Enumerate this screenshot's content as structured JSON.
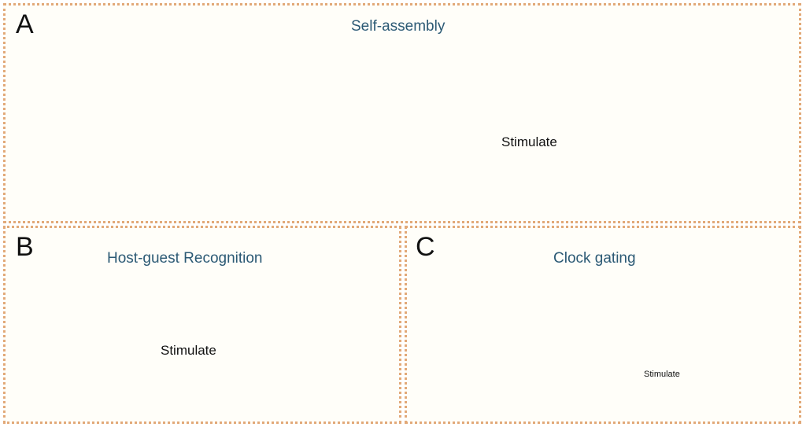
{
  "panel_a": {
    "letter": "A",
    "title": "Self-assembly",
    "arrow_label": "Stimulate"
  },
  "panel_b": {
    "letter": "B",
    "title": "Host-guest Recognition",
    "arrow_label": "Stimulate"
  },
  "panel_c": {
    "letter": "C",
    "title": "Clock gating",
    "arrow_label": "Stimulate"
  },
  "colors": {
    "macrocycle": "#b8ccdc",
    "macrocycle_dark": "#5f7f97",
    "guest": "#e9d848",
    "guest_linker": "#e07d8b",
    "arrow": "#4a62b5",
    "title": "#2c5a75",
    "border": "#e2a978",
    "pore_fluid": "#8fd0bd"
  },
  "icons": [
    "macrocycle-ring-icon",
    "guest-molecule-icon",
    "amphiphile-icon",
    "vesicle-icon",
    "nanopore-icon",
    "gate-arm-icon"
  ]
}
